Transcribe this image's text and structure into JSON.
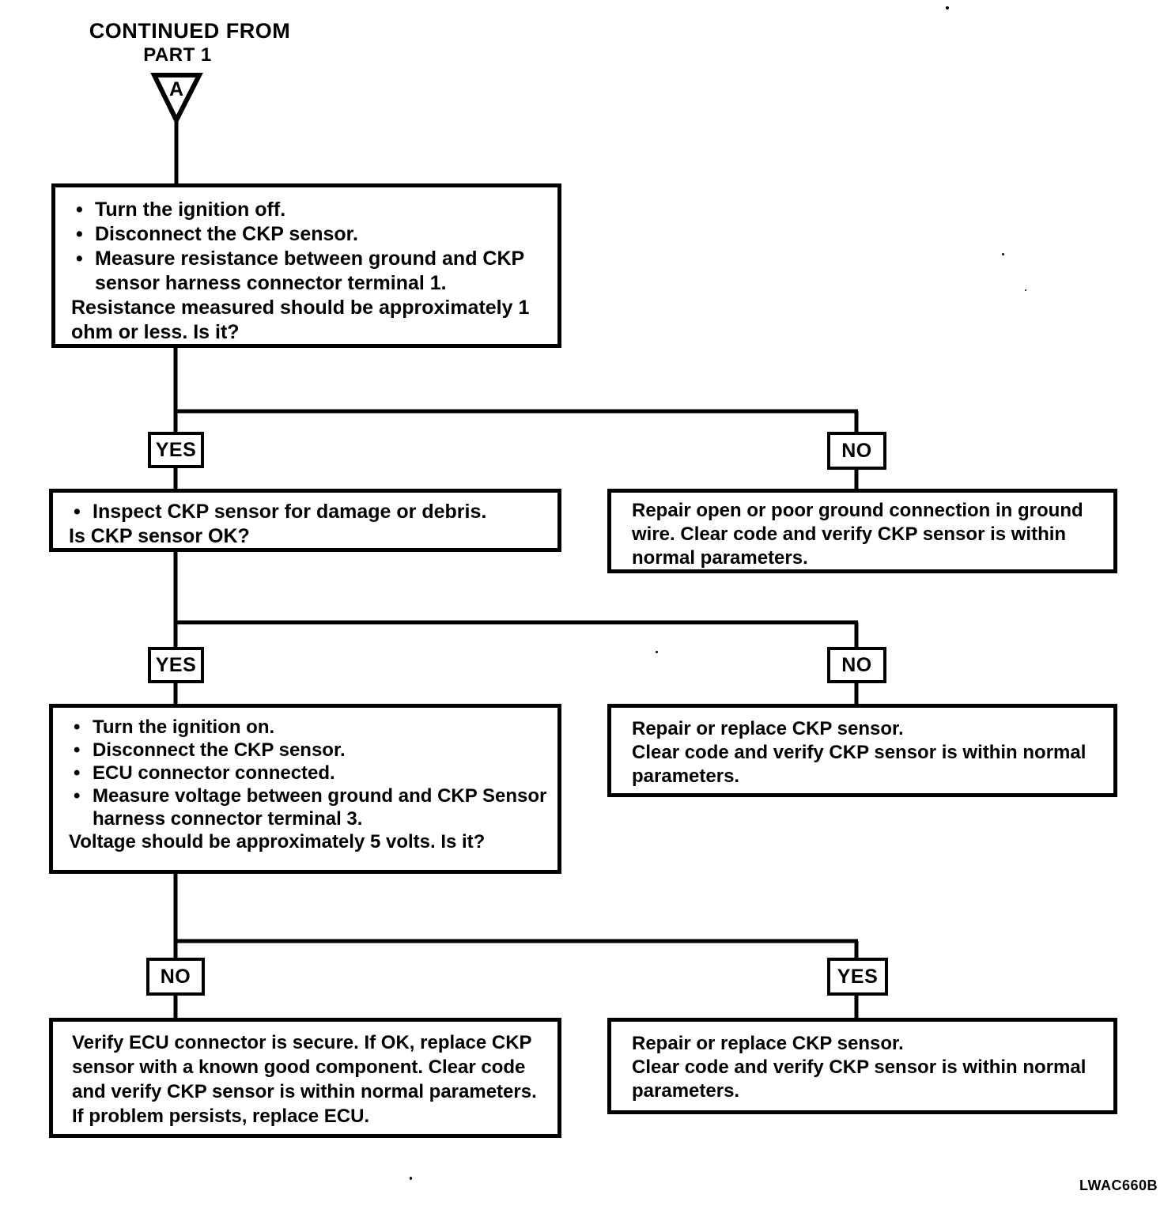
{
  "ui": {
    "bullet": "•"
  },
  "header": {
    "title_line1": "CONTINUED FROM",
    "title_line2": "PART 1",
    "connector_label": "A"
  },
  "branches": [
    {
      "left": "YES",
      "right": "NO"
    },
    {
      "left": "YES",
      "right": "NO"
    },
    {
      "left": "NO",
      "right": "YES"
    }
  ],
  "boxes": {
    "resistance_check": {
      "bullets": [
        "Turn the ignition off.",
        "Disconnect the CKP sensor.",
        "Measure resistance between ground and CKP sensor harness connector terminal 1."
      ],
      "question": "Resistance measured should be approximately 1 ohm or less. Is it?"
    },
    "inspect_sensor": {
      "bullets": [
        "Inspect CKP sensor for damage or debris."
      ],
      "question": "Is CKP sensor OK?"
    },
    "repair_ground": {
      "text": "Repair open or poor ground connection in ground wire. Clear code and verify CKP sensor is within normal parameters."
    },
    "voltage_check": {
      "bullets": [
        "Turn the ignition on.",
        "Disconnect the CKP sensor.",
        "ECU connector connected.",
        "Measure voltage between ground and CKP Sensor harness connector terminal 3."
      ],
      "question": "Voltage should be approximately 5 volts. Is it?"
    },
    "repair_sensor_no": {
      "lines": [
        "Repair or replace CKP sensor.",
        "Clear code and verify CKP sensor is within normal parameters."
      ]
    },
    "verify_ecu": {
      "text": "Verify ECU connector is secure. If OK, replace CKP sensor with a known good component. Clear code and verify CKP sensor is within normal parameters.  If problem persists, replace ECU."
    },
    "repair_sensor_yes": {
      "lines": [
        "Repair or replace CKP sensor.",
        "Clear code and verify CKP sensor is within normal parameters."
      ]
    }
  },
  "footer": {
    "figure_code": "LWAC660B"
  },
  "colors": {
    "ink": "#000000",
    "paper": "#ffffff"
  }
}
